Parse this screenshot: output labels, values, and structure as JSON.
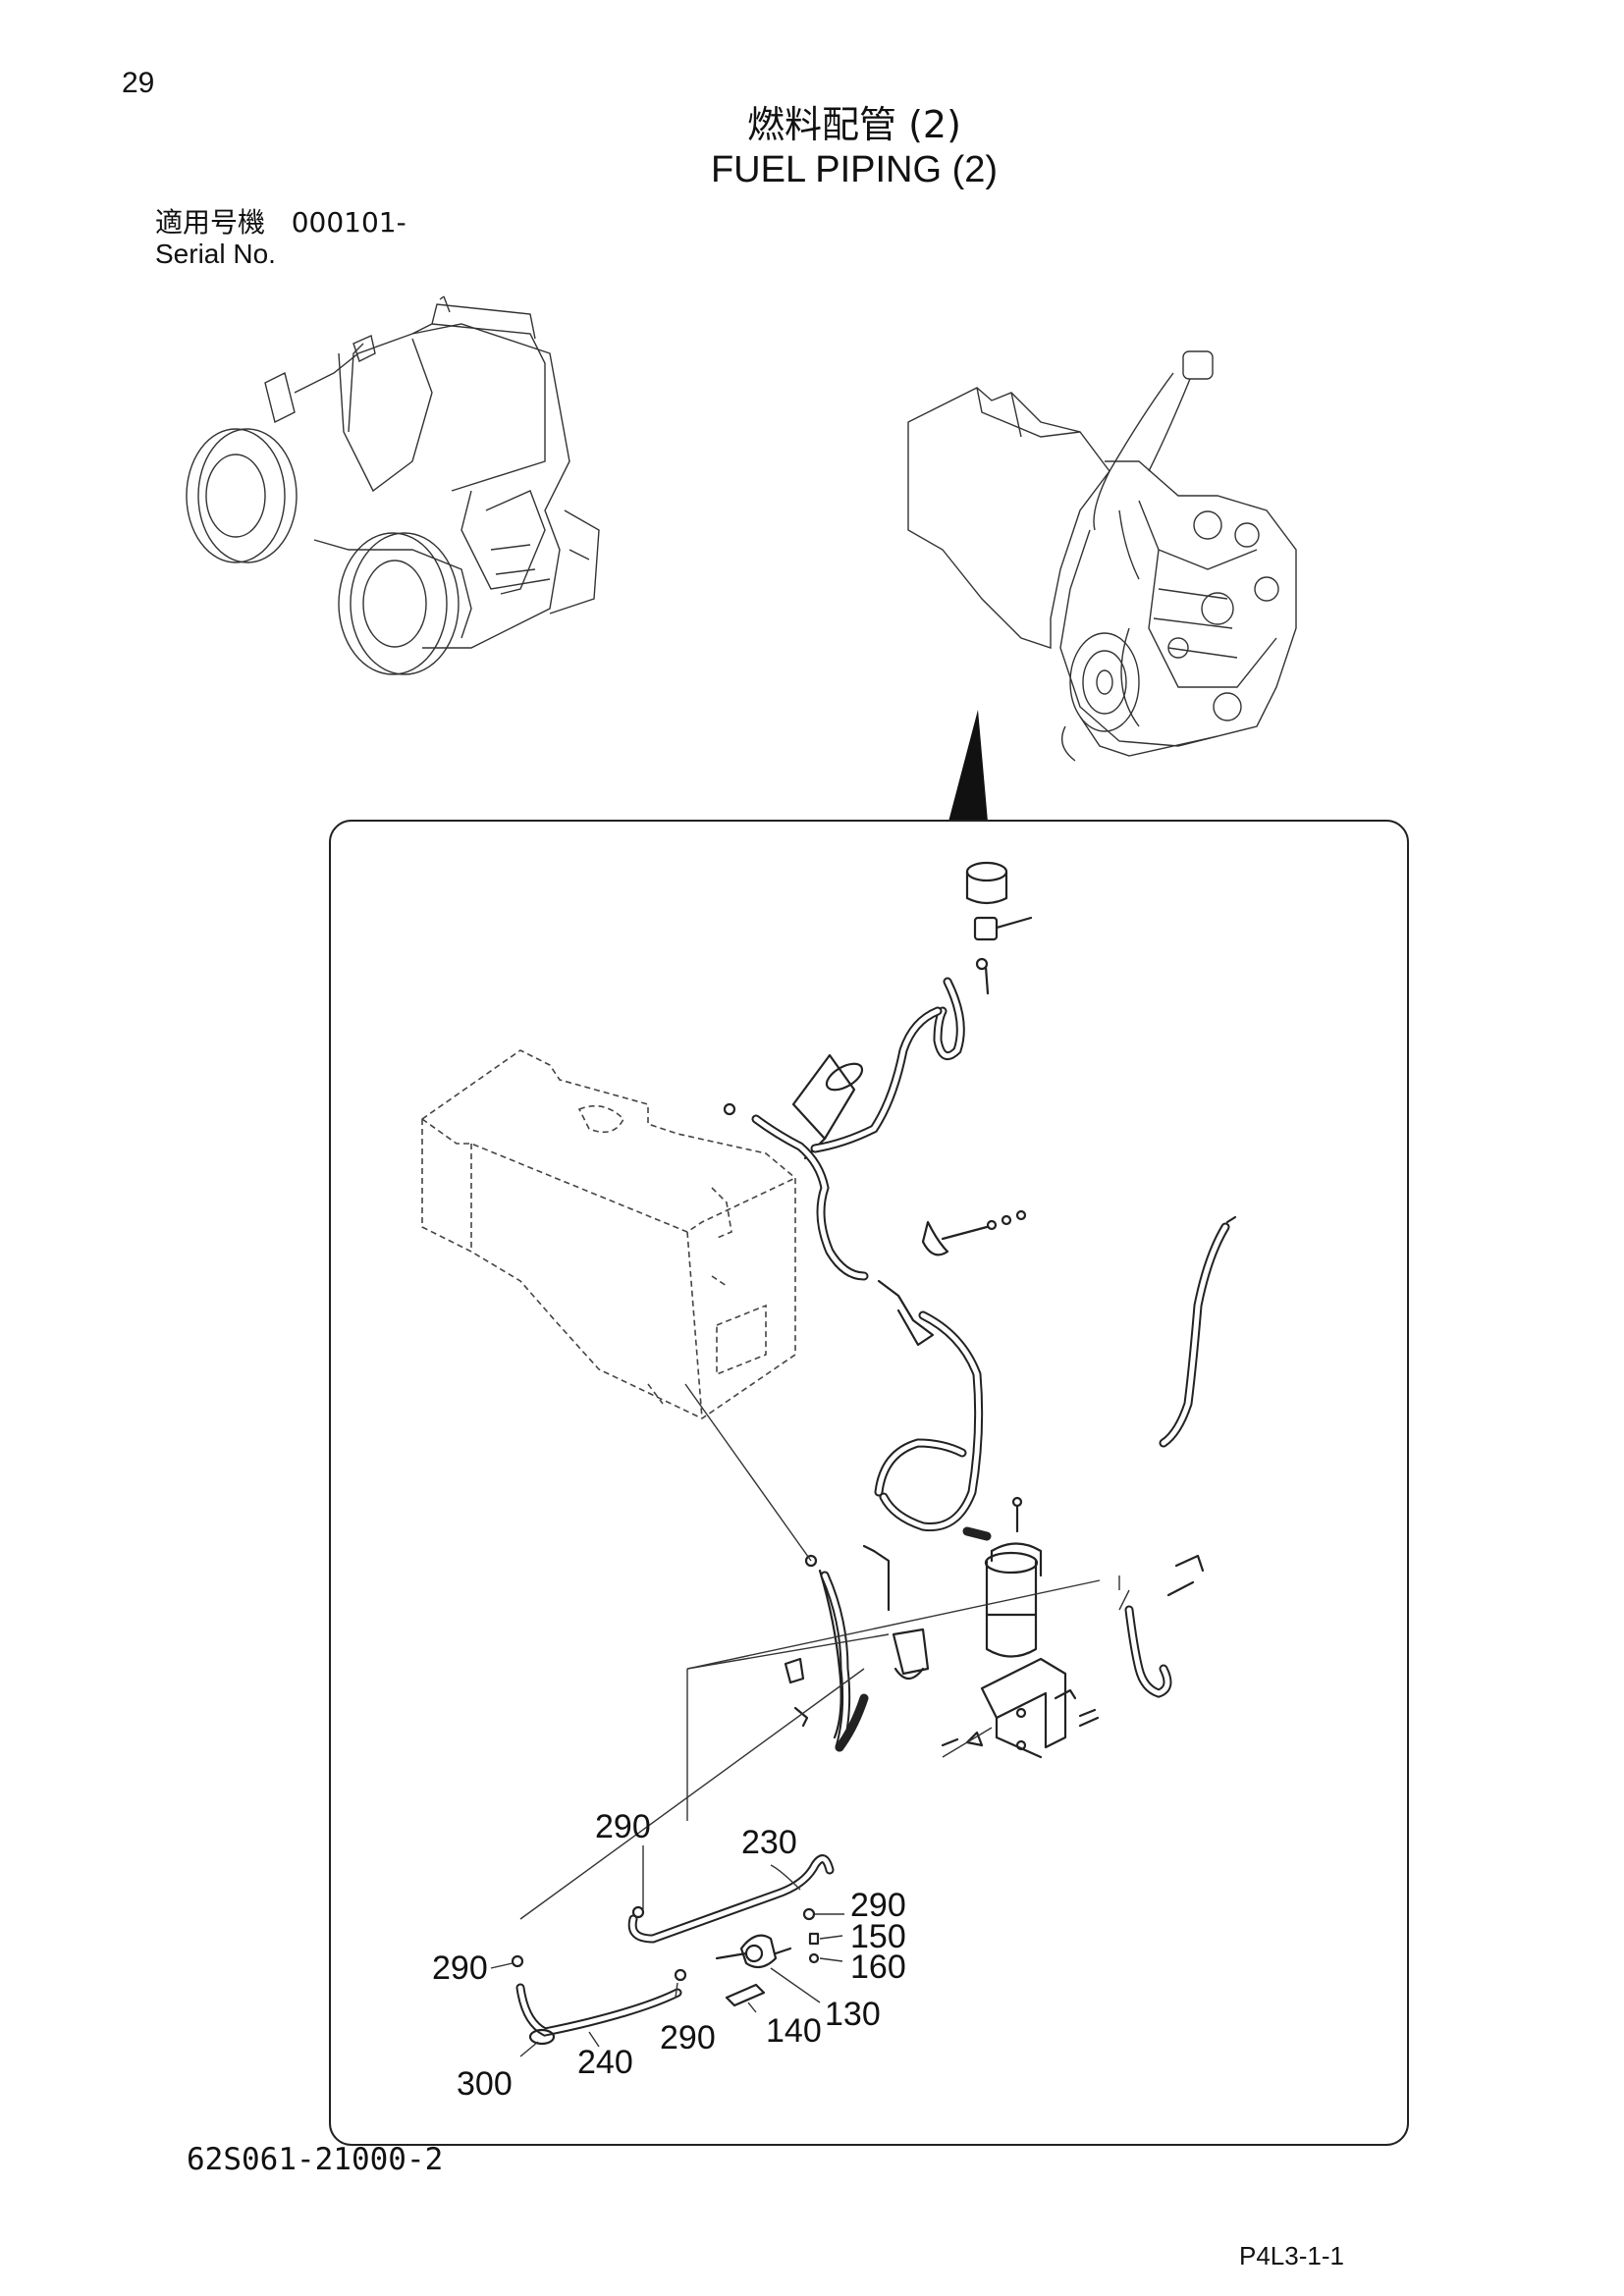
{
  "page_number": "29",
  "title_jp": "燃料配管 (2)",
  "title_en": "FUEL PIPING (2)",
  "serial_label_jp": "適用号機",
  "serial_value": "000101-",
  "serial_label_en": "Serial No.",
  "part_labels": [
    {
      "id": "290-top",
      "text": "290"
    },
    {
      "id": "230",
      "text": "230"
    },
    {
      "id": "290-right",
      "text": "290"
    },
    {
      "id": "150",
      "text": "150"
    },
    {
      "id": "160",
      "text": "160"
    },
    {
      "id": "290-left",
      "text": "290"
    },
    {
      "id": "130",
      "text": "130"
    },
    {
      "id": "140",
      "text": "140"
    },
    {
      "id": "290-bottom",
      "text": "290"
    },
    {
      "id": "240",
      "text": "240"
    },
    {
      "id": "300",
      "text": "300"
    }
  ],
  "doc_code": "62S061-21000-2",
  "page_code": "P4L3-1-1",
  "icons": [
    "machine-overview-illustration",
    "engine-overview-illustration",
    "pointer-arrow-icon",
    "fuel-tank-illustration",
    "fuel-filter-icon",
    "fuel-pump-icon"
  ]
}
